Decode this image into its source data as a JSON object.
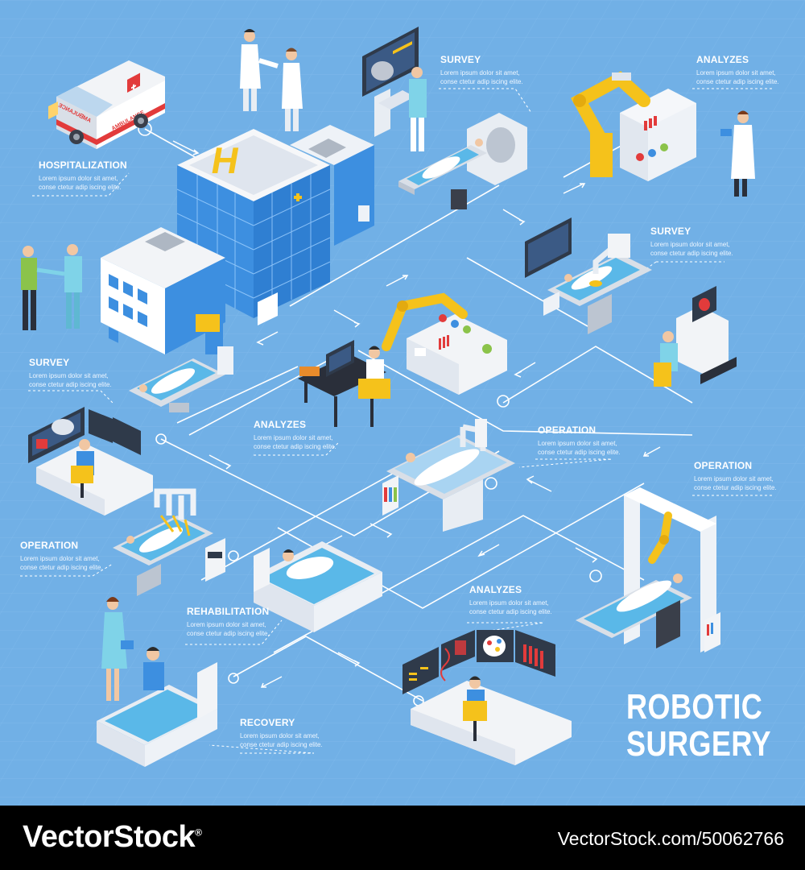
{
  "infographic": {
    "title_line1": "ROBOTIC",
    "title_line2": "SURGERY",
    "desc_line1": "Lorem ipsum dolor sit amet,",
    "desc_line2": "conse ctetur adip iscing elite.",
    "ambulance_text": "AMBULANCE",
    "ambulance_text_mirrored": "ƎƆИAJUᗺMA",
    "steps": [
      {
        "id": "hospitalization",
        "title": "HOSPITALIZATION"
      },
      {
        "id": "survey-top",
        "title": "SURVEY"
      },
      {
        "id": "analyzes-top",
        "title": "ANALYZES"
      },
      {
        "id": "survey-right",
        "title": "SURVEY"
      },
      {
        "id": "survey-left",
        "title": "SURVEY"
      },
      {
        "id": "analyzes-center",
        "title": "ANALYZES"
      },
      {
        "id": "operation-center",
        "title": "OPERATION"
      },
      {
        "id": "operation-right",
        "title": "OPERATION"
      },
      {
        "id": "operation-left",
        "title": "OPERATION"
      },
      {
        "id": "rehabilitation",
        "title": "REHABILITATION"
      },
      {
        "id": "analyzes-bottom",
        "title": "ANALYZES"
      },
      {
        "id": "recovery",
        "title": "RECOVERY"
      }
    ],
    "colors": {
      "background": "#71b0e6",
      "building_glass": "#3d8fe0",
      "robot_yellow": "#f5c21b",
      "bed_blue": "#5ab8e8",
      "white": "#ffffff"
    }
  },
  "footer": {
    "brand": "VectorStock",
    "brand_mark": "®",
    "url": "VectorStock.com/50062766"
  }
}
